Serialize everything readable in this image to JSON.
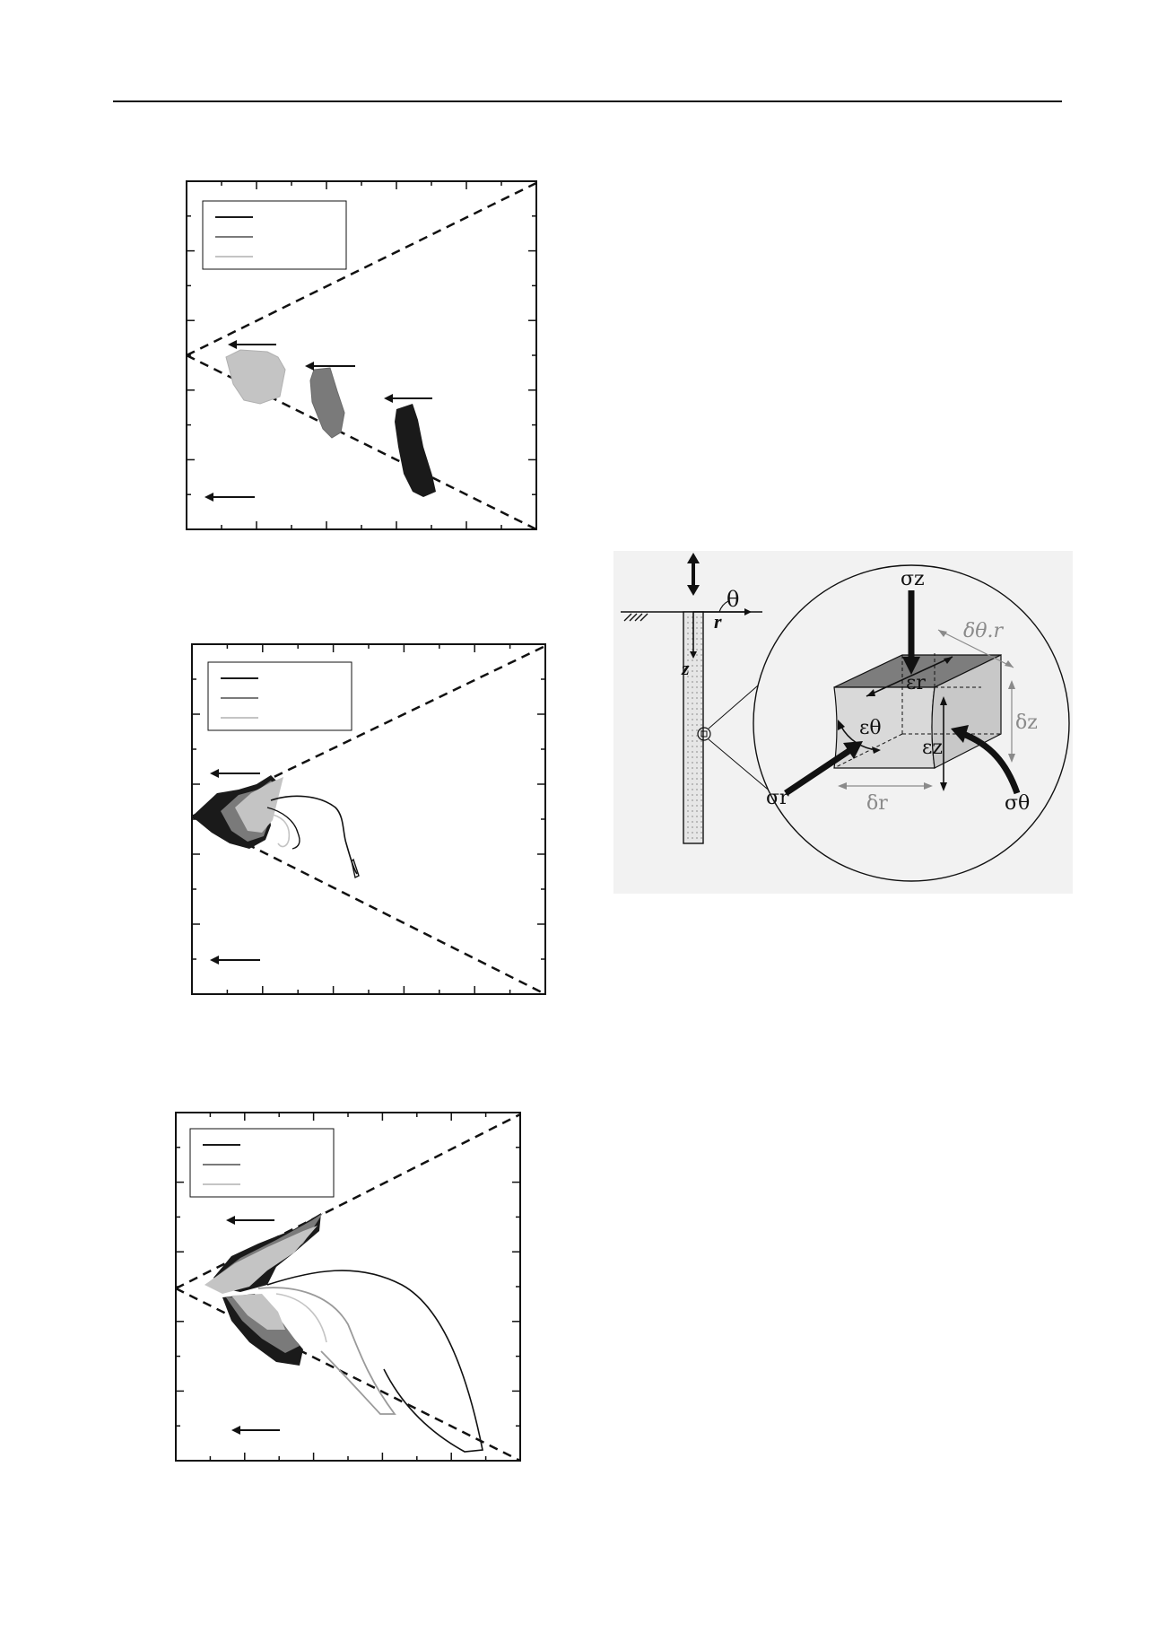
{
  "panels": [
    {
      "id": "a",
      "legend_entries": 3,
      "series_colors": [
        "#1a1a1a",
        "#7a7a7a",
        "#c4c4c4"
      ]
    },
    {
      "id": "b",
      "legend_entries": 3,
      "series_colors": [
        "#1a1a1a",
        "#7a7a7a",
        "#c4c4c4"
      ]
    },
    {
      "id": "c",
      "legend_entries": 3,
      "series_colors": [
        "#1a1a1a",
        "#7a7a7a",
        "#c4c4c4"
      ]
    }
  ],
  "diagram": {
    "labels": {
      "theta": "θ",
      "r_axis": "r",
      "z_axis": "z",
      "sigma_z": "σz",
      "sigma_r": "σr",
      "sigma_theta": "σθ",
      "eps_r": "εr",
      "eps_theta": "εθ",
      "eps_z": "εz",
      "dtheta_r": "δθ.r",
      "dz": "δz",
      "dr": "δr"
    },
    "colors": {
      "top_face": "#7d7d7d",
      "left_face": "#d9d9d9",
      "right_face": "#c8c8c8",
      "background": "#f2f2f2"
    }
  }
}
